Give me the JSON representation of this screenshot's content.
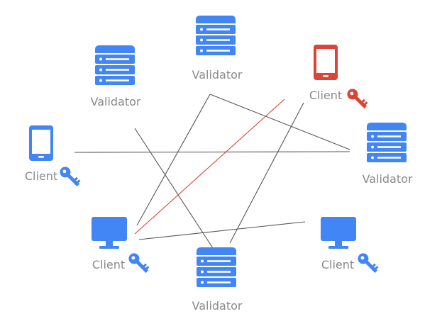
{
  "colors": {
    "accent": "#4285f4",
    "alert": "#db4437",
    "edge": "#555555",
    "edge_alert": "#db4437",
    "label": "#8a8a8a"
  },
  "nodes": [
    {
      "id": "validator-top",
      "label": "Validator",
      "icon": "server-icon",
      "color": "#4285f4"
    },
    {
      "id": "validator-upper-left",
      "label": "Validator",
      "icon": "server-icon",
      "color": "#4285f4"
    },
    {
      "id": "client-upper-right",
      "label": "Client",
      "icon": "tablet-icon",
      "color": "#db4437",
      "key": true,
      "key_color": "#db4437"
    },
    {
      "id": "client-left",
      "label": "Client",
      "icon": "tablet-icon",
      "color": "#4285f4",
      "key": true,
      "key_color": "#4285f4"
    },
    {
      "id": "validator-right",
      "label": "Validator",
      "icon": "server-icon",
      "color": "#4285f4"
    },
    {
      "id": "client-lower-left",
      "label": "Client",
      "icon": "monitor-icon",
      "color": "#4285f4",
      "key": true,
      "key_color": "#4285f4"
    },
    {
      "id": "validator-bottom",
      "label": "Validator",
      "icon": "server-icon",
      "color": "#4285f4"
    },
    {
      "id": "client-lower-right",
      "label": "Client",
      "icon": "monitor-icon",
      "color": "#4285f4",
      "key": true,
      "key_color": "#4285f4"
    }
  ],
  "edges": [
    {
      "from": "validator-upper-left",
      "to": "validator-bottom",
      "highlight": false
    },
    {
      "from": "client-left",
      "to": "validator-right",
      "highlight": false
    },
    {
      "from": "validator-top",
      "to": "validator-right",
      "highlight": false
    },
    {
      "from": "validator-top",
      "to": "client-lower-left",
      "highlight": false
    },
    {
      "from": "client-upper-right",
      "to": "validator-bottom",
      "highlight": false
    },
    {
      "from": "client-lower-right",
      "to": "client-lower-left",
      "highlight": false
    },
    {
      "from": "client-upper-right",
      "to": "client-lower-left",
      "highlight": true
    }
  ]
}
